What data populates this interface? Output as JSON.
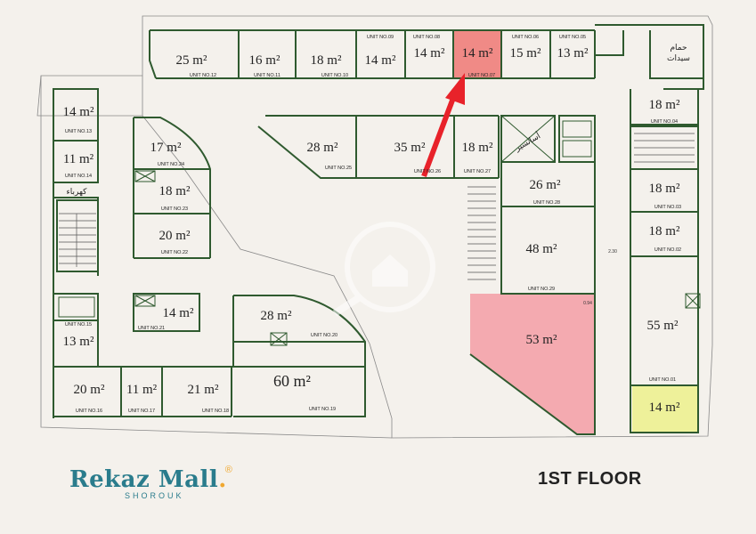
{
  "header": {
    "brand_name": "Rekaz Mall",
    "brand_dot": ".",
    "brand_reg": "®",
    "brand_sub": "SHOROUK",
    "floor_label": "1ST FLOOR"
  },
  "colors": {
    "wall": "#2f5a2f",
    "sold": "#f4aab0",
    "reserved": "#f08a86",
    "available_small": "#eef19a",
    "background": "#f4f1ec",
    "arrow": "#e8222a"
  },
  "units": [
    {
      "no": "UNIT NO.12",
      "area": "25 m²"
    },
    {
      "no": "UNIT NO.11",
      "area": "16 m²"
    },
    {
      "no": "UNIT NO.10",
      "area": "18 m²"
    },
    {
      "no": "UNIT NO.09",
      "area": "14 m²"
    },
    {
      "no": "UNIT NO.08",
      "area": "14 m²"
    },
    {
      "no": "UNIT NO.07",
      "area": "14 m²"
    },
    {
      "no": "UNIT NO.06",
      "area": "15 m²"
    },
    {
      "no": "UNIT NO.05",
      "area": "13 m²"
    },
    {
      "no": "UNIT NO.04",
      "area": "18 m²"
    },
    {
      "no": "UNIT NO.03",
      "area": "18 m²"
    },
    {
      "no": "UNIT NO.02",
      "area": "18 m²"
    },
    {
      "no": "UNIT NO.01",
      "area": "55 m²"
    },
    {
      "no": "UNIT NO.13",
      "area": "14 m²"
    },
    {
      "no": "UNIT NO.14",
      "area": "11 m²"
    },
    {
      "no": "UNIT NO.24",
      "area": "17 m²"
    },
    {
      "no": "UNIT NO.23",
      "area": "18 m²"
    },
    {
      "no": "UNIT NO.22",
      "area": "20 m²"
    },
    {
      "no": "UNIT NO.21",
      "area": "14 m²"
    },
    {
      "no": "UNIT NO.15",
      "area": "13 m²"
    },
    {
      "no": "UNIT NO.16",
      "area": "20 m²"
    },
    {
      "no": "UNIT NO.17",
      "area": "11 m²"
    },
    {
      "no": "UNIT NO.18",
      "area": "21 m²"
    },
    {
      "no": "UNIT NO.19",
      "area": "60 m²"
    },
    {
      "no": "UNIT NO.20",
      "area": "28 m²"
    },
    {
      "no": "UNIT NO.25",
      "area": "28 m²"
    },
    {
      "no": "UNIT NO.26",
      "area": "35 m²"
    },
    {
      "no": "UNIT NO.27",
      "area": "18 m²"
    },
    {
      "no": "UNIT NO.28",
      "area": "26 m²"
    },
    {
      "no": "UNIT NO.29",
      "area": "48 m²"
    },
    {
      "no": "",
      "area": "53 m²"
    },
    {
      "no": "",
      "area": "14 m²"
    }
  ],
  "labels": {
    "electric": "كهرباء",
    "restroom_1": "حمام",
    "restroom_2": "سيدات",
    "elevator_word": "أسانسير",
    "dim_1": "2.30",
    "dim_2": "0.94"
  }
}
